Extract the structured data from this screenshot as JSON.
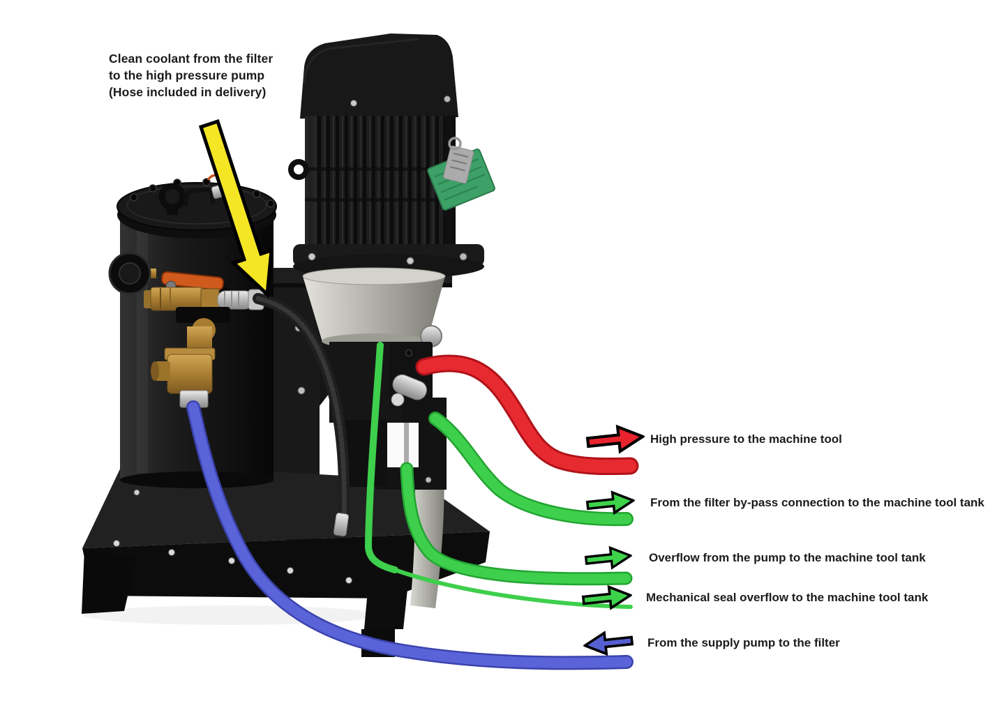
{
  "note": {
    "line1": "Clean coolant from the filter",
    "line2": "to the high pressure pump",
    "line3": "(Hose included in delivery)"
  },
  "flow_labels": [
    {
      "text": "High pressure to the machine tool",
      "arrow_direction": "right",
      "color": "#e8232e"
    },
    {
      "text": "From the filter by-pass connection to the machine tool tank",
      "arrow_direction": "right",
      "color": "#3ed24b"
    },
    {
      "text": "Overflow from the pump to the machine tool tank",
      "arrow_direction": "right",
      "color": "#3ed24b"
    },
    {
      "text": "Mechanical seal overflow to the machine tool tank",
      "arrow_direction": "right",
      "color": "#3ed24b"
    },
    {
      "text": "From the supply pump to the filter",
      "arrow_direction": "left",
      "color": "#5560d0"
    }
  ],
  "colors": {
    "background": "#ffffff",
    "hose_red": "#e62a30",
    "hose_red_dark": "#b01219",
    "hose_green": "#3ecf4c",
    "hose_green_dark": "#23a432",
    "hose_blue": "#5a63d8",
    "hose_blue_dark": "#3b43ad",
    "hose_black": "#1f1f1f",
    "callout_yellow": "#f5e625",
    "arrow_outline": "#000000",
    "text": "#1b1b1b"
  }
}
